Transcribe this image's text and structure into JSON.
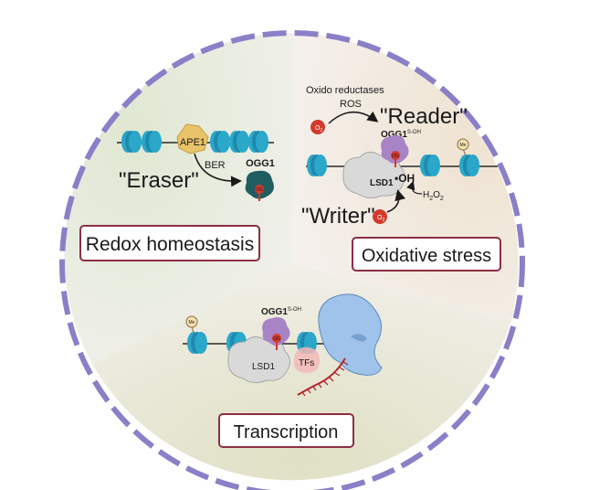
{
  "sections": {
    "redox": "Redox homeostasis",
    "oxidative": "Oxidative stress",
    "transcription": "Transcription"
  },
  "roles": {
    "eraser": "\"Eraser\"",
    "reader": "\"Reader\"",
    "writer": "\"Writer\""
  },
  "labels": {
    "ape1": "APE1",
    "ber": "BER",
    "ogg1": "OGG1",
    "ogg1_sohs_base": "OGG1",
    "ogg1_sohs_sup": "S-OH",
    "oxido_reductases": "Oxido reductases",
    "ros": "ROS",
    "oh_radical": "•OH",
    "h2o2_h": "H",
    "h2o2_2": "2",
    "h2o2_o": "O",
    "lsd1": "LSD1",
    "tfs": "TFs",
    "o2": "O",
    "o2_sub": "2",
    "og": "OG",
    "me": "Me"
  },
  "colors": {
    "rim_dash": "#8b7fc7",
    "box_border": "#8a2f45",
    "dna_blue": "#2aa7c9",
    "lsd1_gray": "#d9d9d9",
    "ogg1_purple": "#a883c6",
    "ape1_yellow": "#e9c36a",
    "ogg1_teal": "#1f5d60",
    "red_o2": "#d33a2c",
    "polymerase_blue": "#9fc3ea",
    "sector_green": "#e7eddb",
    "sector_beige": "#f2e9dc",
    "sector_olive": "#e3e3c9"
  }
}
